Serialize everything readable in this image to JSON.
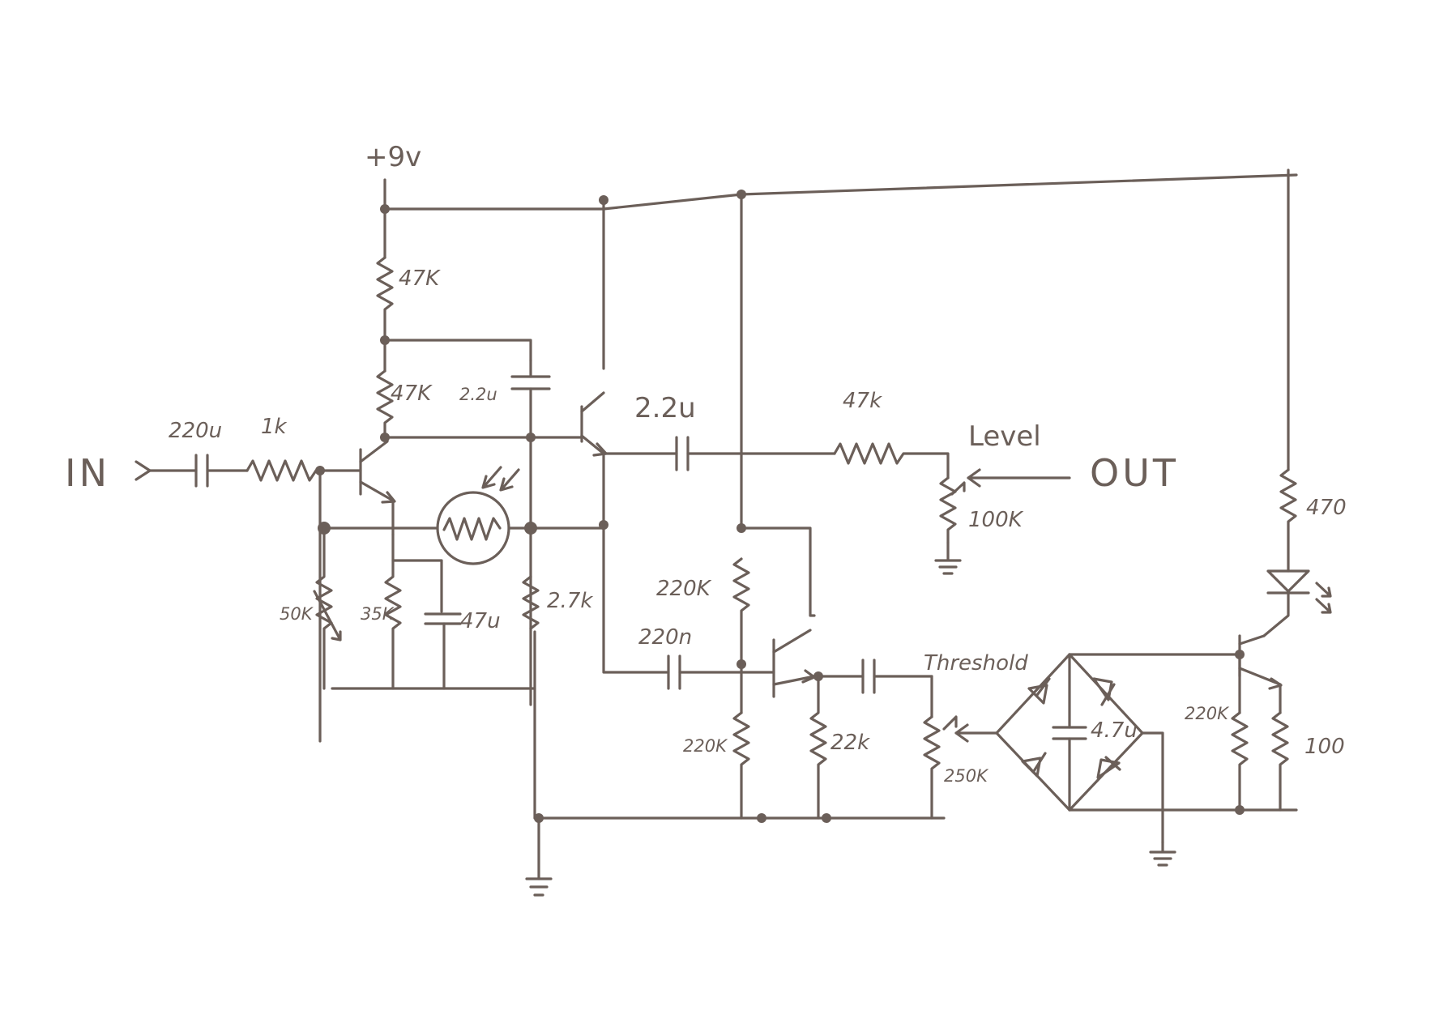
{
  "diagram": {
    "supply": "+9v",
    "input": "IN",
    "output": "OUT",
    "labels": {
      "c_in": "220u",
      "r_in": "1k",
      "r_top1": "47K",
      "r_top2": "47K",
      "c_boot": "2.2u",
      "c_out": "2.2u",
      "r_level": "47k",
      "level_name": "Level",
      "pot_level": "100K",
      "r_50k": "50K",
      "r_35k": "35K",
      "c_47u": "47u",
      "r_2_7k": "2.7k",
      "c_220n": "220n",
      "r_220k_top": "220K",
      "r_220k_bot": "220K",
      "r_22k": "22k",
      "threshold_name": "Threshold",
      "pot_threshold": "250K",
      "c_4_7u": "4.7u",
      "r_220k_right": "220K",
      "r_470": "470",
      "r_100": "100"
    }
  }
}
